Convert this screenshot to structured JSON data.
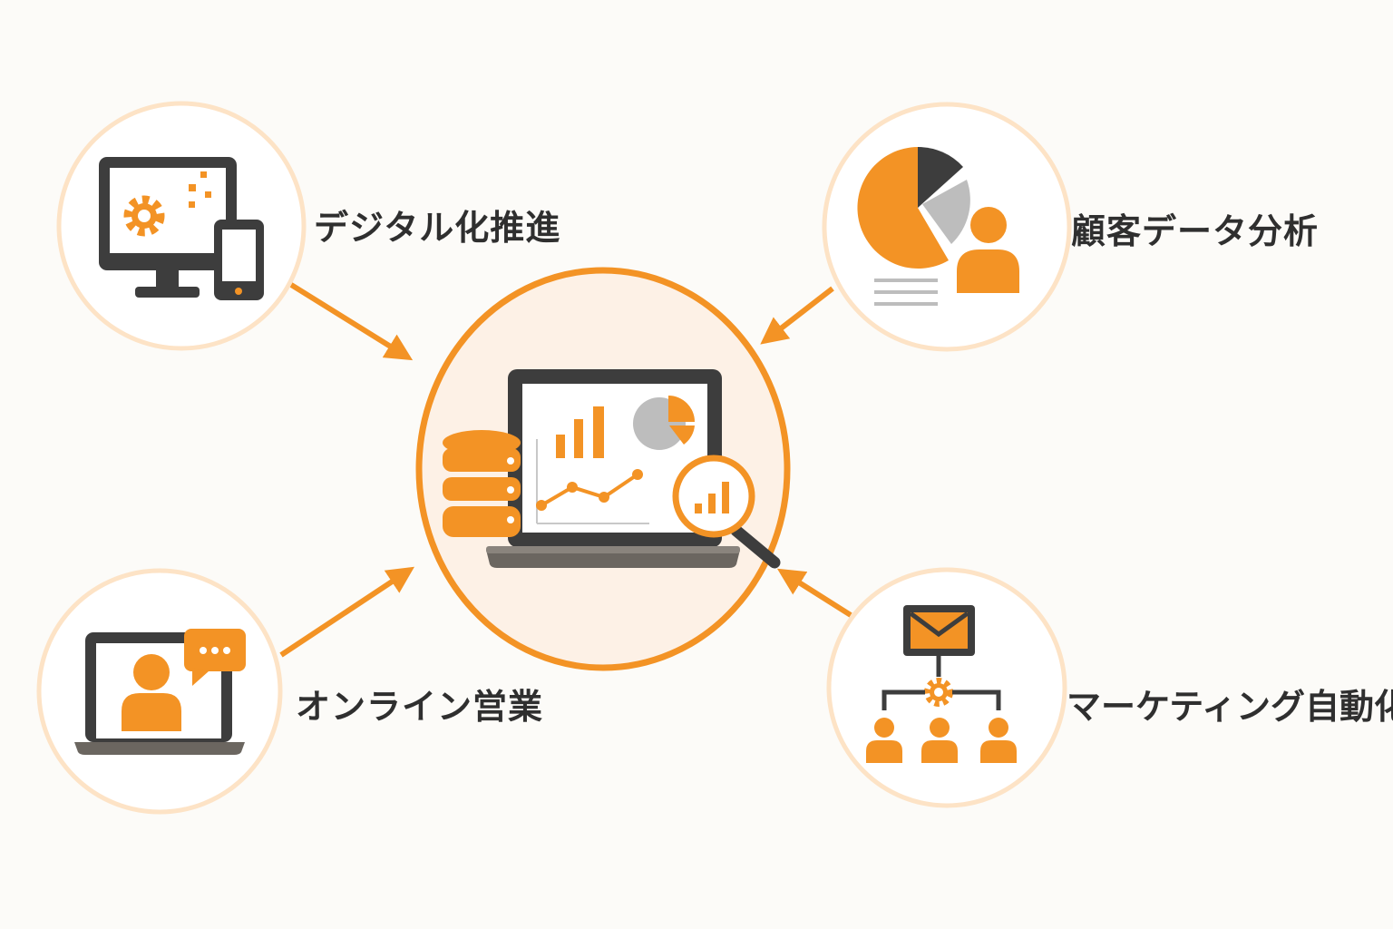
{
  "colors": {
    "accent": "#f39325",
    "accent_light": "#fde3c6",
    "dark": "#3d3d3d",
    "gray": "#bdbdbd",
    "center_fill": "#fdf1e6",
    "background": "#fcfbf8"
  },
  "center": {
    "icon": "analytics-laptop-icon"
  },
  "nodes": [
    {
      "id": "digital",
      "label": "デジタル化推進",
      "icon": "monitor-gear-phone-icon"
    },
    {
      "id": "customer",
      "label": "顧客データ分析",
      "icon": "pie-chart-user-icon"
    },
    {
      "id": "online",
      "label": "オンライン営業",
      "icon": "laptop-video-chat-icon"
    },
    {
      "id": "marketing",
      "label": "マーケティング自動化",
      "icon": "email-automation-icon"
    }
  ]
}
